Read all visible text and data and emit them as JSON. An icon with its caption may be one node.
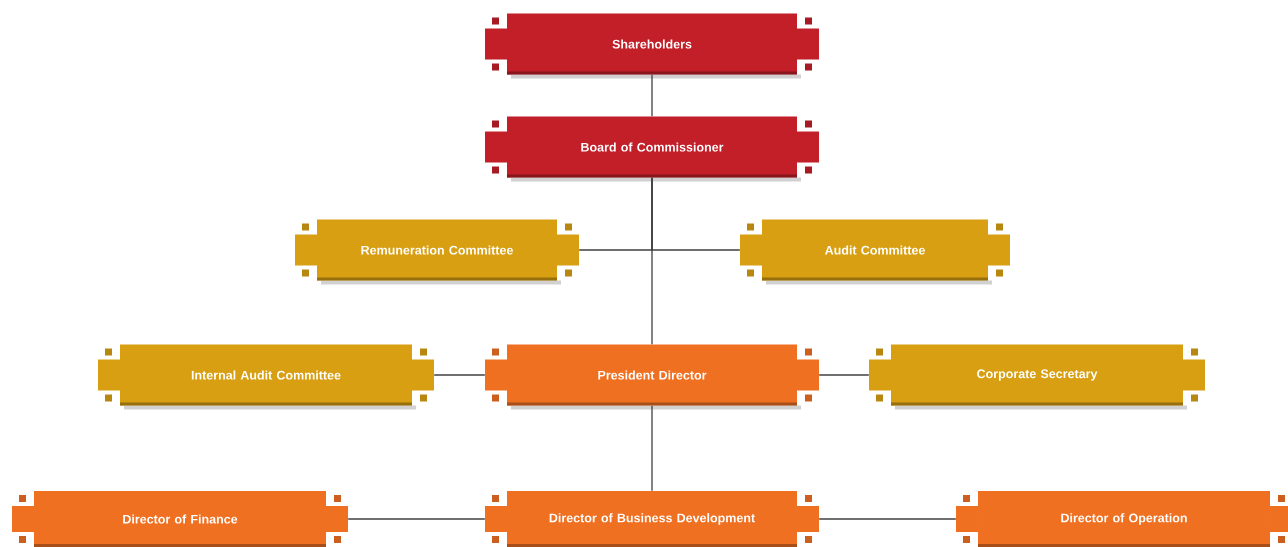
{
  "diagram": {
    "nodes": [
      {
        "text": [
          "Shareholders"
        ]
      },
      {
        "text": [
          "Board of Commissioner"
        ]
      },
      {
        "text": [
          "Remuneration Committee"
        ]
      },
      {
        "text": [
          "Audit Committee"
        ]
      },
      {
        "text": [
          "Internal Audit Committee"
        ]
      },
      {
        "text": [
          "President Director"
        ]
      },
      {
        "text": [
          "Corporate Secretary"
        ]
      },
      {
        "text": [
          "Director of Finance"
        ]
      },
      {
        "text": [
          "Director of Business Development"
        ]
      },
      {
        "text": [
          "Director of Operation"
        ]
      }
    ],
    "edges": [
      {
        "from": 0,
        "to": 1,
        "arrow": "none"
      },
      {
        "from": 1,
        "to": 5,
        "arrow": "none"
      },
      {
        "from": 1,
        "to": 2,
        "arrow": "none"
      },
      {
        "from": 1,
        "to": 3,
        "arrow": "none"
      },
      {
        "from": 5,
        "to": 4,
        "arrow": "none"
      },
      {
        "from": 5,
        "to": 6,
        "arrow": "none"
      },
      {
        "from": 5,
        "to": 8,
        "arrow": "none"
      },
      {
        "from": 8,
        "to": 7,
        "arrow": "none"
      },
      {
        "from": 8,
        "to": 9,
        "arrow": "none"
      }
    ]
  }
}
